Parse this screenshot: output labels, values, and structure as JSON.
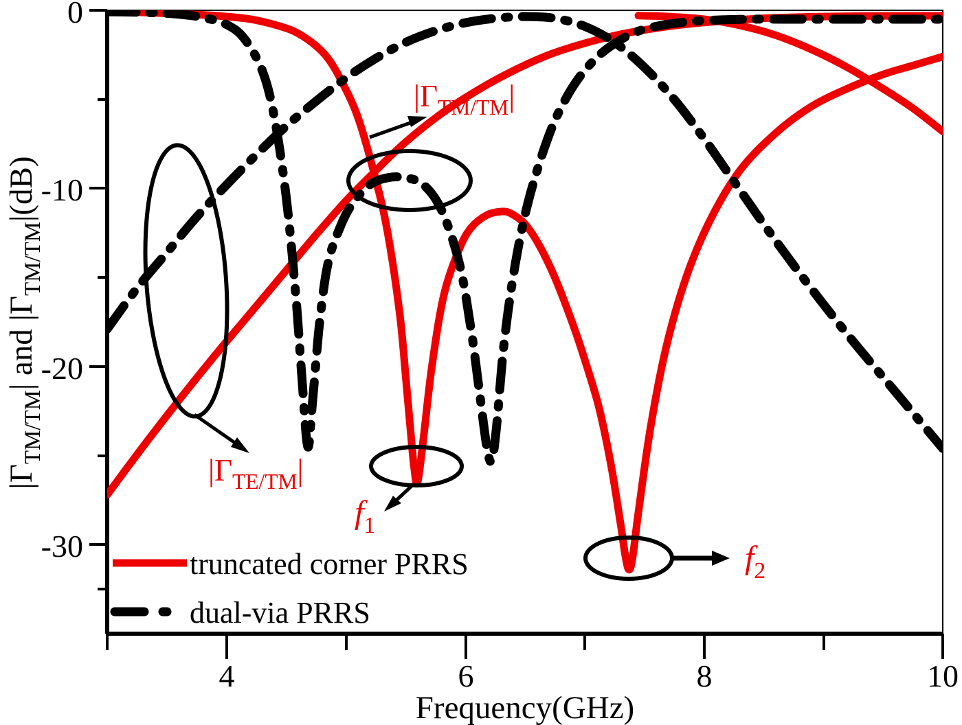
{
  "figure": {
    "background": "#ffffff",
    "accent_red": "#EE0000",
    "accent_black": "#000000"
  },
  "axes": {
    "x": {
      "title": "Frequency(GHz)",
      "min": 3,
      "max": 10,
      "major_ticks": [
        4,
        6,
        8,
        10
      ],
      "major_tick_labels": [
        "4",
        "6",
        "8",
        "10"
      ],
      "minor_ticks": [
        3,
        5,
        7,
        9
      ]
    },
    "y": {
      "title_parts": [
        "|Γ",
        "TM/TM",
        "| and |Γ",
        "TM/TM",
        "|(dB)"
      ],
      "title_plain": "|ΓTM/TM| and |ΓTM/TM|(dB)",
      "min": -35,
      "max": 0,
      "major_ticks": [
        0,
        -10,
        -20,
        -30
      ],
      "major_tick_labels": [
        "0",
        "-10",
        "-20",
        "-30"
      ],
      "minor_ticks": [
        -5,
        -15,
        -25
      ]
    }
  },
  "legend": {
    "position": "inside-bottom-left",
    "entries": [
      {
        "label": "truncated corner PRRS",
        "style": "solid",
        "color": "#EE0000",
        "icon": "solid-line-swatch"
      },
      {
        "label": "dual-via PRRS",
        "style": "dash-dot",
        "color": "#000000",
        "icon": "dashdot-line-swatch"
      }
    ]
  },
  "annotations": [
    {
      "id": "ann-te-tm",
      "text_parts": [
        "|Γ",
        "TE/TM",
        "|"
      ],
      "text_plain": "|ΓTE/TM|",
      "color": "#EE0000",
      "marker": "ellipse+arrow"
    },
    {
      "id": "ann-tm-tm",
      "text_parts": [
        "|Γ",
        "TM/TM",
        "|"
      ],
      "text_plain": "|ΓTM/TM|",
      "color": "#EE0000",
      "marker": "ellipse+arrow"
    },
    {
      "id": "ann-f1",
      "text_parts": [
        "f",
        "1"
      ],
      "text_plain": "f1",
      "color": "#EE0000",
      "marker": "ellipse+arrow"
    },
    {
      "id": "ann-f2",
      "text_parts": [
        "f",
        "2"
      ],
      "text_plain": "f2",
      "color": "#EE0000",
      "marker": "ellipse+arrow"
    }
  ],
  "chart_data": {
    "type": "line",
    "title": "",
    "xlabel": "Frequency(GHz)",
    "ylabel": "|ΓTM/TM| and |ΓTM/TM|(dB)",
    "xlim": [
      3,
      10
    ],
    "ylim": [
      -35,
      0
    ],
    "grid": false,
    "legend_position": "inside-bottom-left",
    "series": [
      {
        "name": "truncated corner PRRS |ΓTM/TM|",
        "label": "truncated corner PRRS",
        "color": "#EE0000",
        "style": "solid",
        "x": [
          3.0,
          3.3,
          3.6,
          3.9,
          4.2,
          4.45,
          4.6,
          4.75,
          4.85,
          4.95,
          5.1,
          5.25,
          5.35,
          5.45,
          5.5,
          5.54,
          5.57,
          5.6,
          5.65,
          5.72,
          5.82,
          5.95,
          6.05,
          6.18,
          6.3,
          6.38,
          6.5,
          6.62,
          6.75,
          6.9,
          7.0,
          7.12,
          7.22,
          7.3,
          7.34,
          7.37,
          7.4,
          7.45,
          7.55,
          7.68,
          7.85,
          8.05,
          8.3,
          8.6,
          8.9,
          9.2,
          9.5,
          9.75,
          10.0
        ],
        "y": [
          -0.08,
          -0.12,
          -0.2,
          -0.3,
          -0.5,
          -0.9,
          -1.3,
          -2.0,
          -2.7,
          -3.8,
          -6.0,
          -9.5,
          -12.5,
          -17.0,
          -20.5,
          -23.5,
          -25.6,
          -26.5,
          -24.0,
          -20.0,
          -16.0,
          -13.4,
          -12.2,
          -11.5,
          -11.3,
          -11.4,
          -12.0,
          -13.2,
          -15.0,
          -17.6,
          -19.6,
          -22.3,
          -25.5,
          -28.8,
          -30.6,
          -31.4,
          -30.8,
          -28.2,
          -23.5,
          -19.0,
          -15.0,
          -11.8,
          -9.0,
          -6.9,
          -5.4,
          -4.4,
          -3.6,
          -3.1,
          -2.6
        ]
      },
      {
        "name": "truncated corner PRRS |ΓTE/TM|",
        "label": "truncated corner PRRS",
        "color": "#EE0000",
        "style": "solid",
        "x": [
          3.0,
          3.3,
          3.6,
          3.9,
          4.2,
          4.5,
          4.75,
          5.0,
          5.25,
          5.5,
          5.8,
          6.1,
          6.4,
          6.7,
          7.0,
          7.3,
          7.6,
          7.9,
          8.2,
          8.5,
          8.8,
          9.1,
          9.4,
          9.7,
          10.0
        ],
        "y": [
          -27.2,
          -24.5,
          -21.9,
          -19.4,
          -17.0,
          -14.6,
          -12.6,
          -10.7,
          -9.0,
          -7.4,
          -5.8,
          -4.5,
          -3.4,
          -2.5,
          -1.85,
          -1.35,
          -1.0,
          -0.75,
          -0.58,
          -0.45,
          -0.38,
          -0.34,
          -0.32,
          -0.31,
          -0.31
        ]
      },
      {
        "name": "truncated corner PRRS upper-right branch",
        "label": "truncated corner PRRS",
        "color": "#EE0000",
        "style": "solid",
        "x": [
          7.45,
          7.7,
          8.0,
          8.3,
          8.6,
          8.9,
          9.2,
          9.5,
          9.75,
          10.0
        ],
        "y": [
          -0.3,
          -0.35,
          -0.5,
          -0.85,
          -1.4,
          -2.2,
          -3.2,
          -4.4,
          -5.5,
          -6.8
        ]
      },
      {
        "name": "dual-via PRRS |ΓTM/TM|",
        "label": "dual-via PRRS",
        "color": "#000000",
        "style": "dash-dot",
        "x": [
          3.0,
          3.2,
          3.4,
          3.6,
          3.8,
          4.0,
          4.15,
          4.3,
          4.4,
          4.5,
          4.58,
          4.63,
          4.68,
          4.72,
          4.78,
          4.85,
          4.95,
          5.05,
          5.2,
          5.35,
          5.5,
          5.65,
          5.8,
          5.95,
          6.05,
          6.12,
          6.18,
          6.22,
          6.26,
          6.32,
          6.4,
          6.5,
          6.62,
          6.75,
          6.9,
          7.05,
          7.2,
          7.4,
          7.6,
          7.85,
          8.1,
          8.4,
          8.7,
          9.0,
          9.3,
          9.6,
          9.8,
          10.0
        ],
        "y": [
          -0.08,
          -0.1,
          -0.14,
          -0.22,
          -0.4,
          -0.8,
          -1.6,
          -3.4,
          -6.0,
          -10.5,
          -16.0,
          -20.5,
          -24.5,
          -22.0,
          -17.5,
          -14.2,
          -12.2,
          -10.9,
          -9.8,
          -9.4,
          -9.4,
          -9.8,
          -11.2,
          -14.2,
          -18.0,
          -21.5,
          -24.5,
          -25.3,
          -23.5,
          -19.0,
          -15.0,
          -11.5,
          -8.6,
          -6.2,
          -4.3,
          -3.0,
          -2.1,
          -1.3,
          -0.9,
          -0.65,
          -0.55,
          -0.5,
          -0.5,
          -0.5,
          -0.5,
          -0.5,
          -0.5,
          -0.5
        ]
      },
      {
        "name": "dual-via PRRS |ΓTE/TM|",
        "label": "dual-via PRRS",
        "color": "#000000",
        "style": "dash-dot",
        "x": [
          3.0,
          3.25,
          3.5,
          3.75,
          4.0,
          4.25,
          4.5,
          4.75,
          5.0,
          5.25,
          5.5,
          5.75,
          6.0,
          6.25,
          6.5,
          6.75,
          7.0,
          7.25,
          7.5,
          7.75,
          8.0,
          8.25,
          8.5,
          8.75,
          9.0,
          9.25,
          9.5,
          9.75,
          10.0
        ],
        "y": [
          -17.9,
          -15.6,
          -13.6,
          -11.6,
          -9.8,
          -8.1,
          -6.5,
          -5.1,
          -3.8,
          -2.7,
          -1.8,
          -1.15,
          -0.7,
          -0.45,
          -0.35,
          -0.45,
          -0.9,
          -1.8,
          -3.2,
          -5.0,
          -7.2,
          -9.6,
          -12.0,
          -14.3,
          -16.5,
          -18.6,
          -20.6,
          -22.6,
          -24.6
        ]
      }
    ],
    "marked_points": [
      {
        "name": "f1",
        "x": 5.57,
        "y": -26.5,
        "series": "truncated corner PRRS |ΓTM/TM|"
      },
      {
        "name": "f2",
        "x": 7.37,
        "y": -31.4,
        "series": "truncated corner PRRS |ΓTM/TM|"
      }
    ]
  }
}
